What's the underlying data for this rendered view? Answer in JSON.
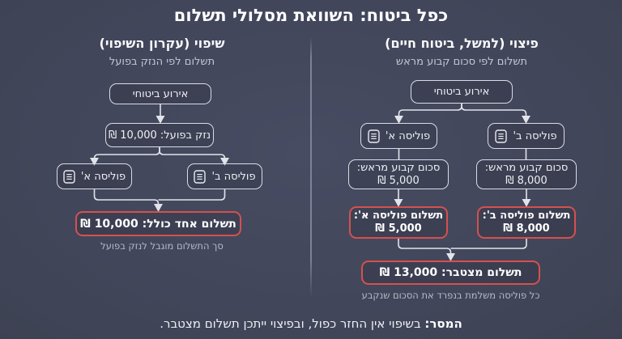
{
  "title": "כפל ביטוח: השוואת מסלולי תשלום",
  "compensation": {
    "heading": "פיצוי (למשל, ביטוח חיים)",
    "subheading": "תשלום לפי סכום קבוע מראש",
    "event": "אירוע ביטוחי",
    "policy_a": "פוליסה א'",
    "policy_b": "פוליסה ב'",
    "fixed_a_line1": "סכום קבוע מראש:",
    "fixed_a_line2": "5,000 ₪",
    "fixed_b_line1": "סכום קבוע מראש:",
    "fixed_b_line2": "8,000 ₪",
    "pay_a_line1": "תשלום פוליסה א':",
    "pay_a_line2": "5,000 ₪",
    "pay_b_line1": "תשלום פוליסה ב':",
    "pay_b_line2": "8,000 ₪",
    "total": "תשלום מצטבר: 13,000 ₪",
    "caption": "כל פוליסה משלמת בנפרד את הסכום שנקבע"
  },
  "indemnity": {
    "heading": "שיפוי (עקרון השיפוי)",
    "subheading": "תשלום לפי הנזק בפועל",
    "event": "אירוע ביטוחי",
    "damage": "נזק בפועל: 10,000 ₪",
    "policy_a": "פוליסה א'",
    "policy_b": "פוליסה ב'",
    "total": "תשלום אחד כולל: 10,000 ₪",
    "caption": "סך התשלום מוגבל לנזק בפועל"
  },
  "footer": {
    "label": "המסר:",
    "text": " בשיפוי אין החזר כפול, ובפיצוי ייתכן תשלום מצטבר."
  },
  "colors": {
    "background": "#42475c",
    "box_border": "#d9dce6",
    "highlight_border": "#d5514e",
    "connector": "#e2e4ea",
    "divider": "#7c829a",
    "text_primary": "#ffffff",
    "text_secondary": "#c3c7d4"
  }
}
